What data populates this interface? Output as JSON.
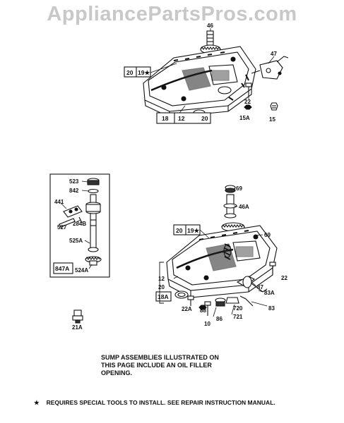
{
  "watermark": "AppliancePartsPros.com",
  "top_assembly": {
    "part_labels": [
      "46",
      "47",
      "20",
      "19★",
      "22",
      "18",
      "12",
      "20",
      "15A",
      "15"
    ]
  },
  "side_kit": {
    "part_labels": [
      "523",
      "842",
      "441",
      "527",
      "284B",
      "525A",
      "847A",
      "524A"
    ]
  },
  "bottom_assembly": {
    "part_labels": [
      "69",
      "46A",
      "20",
      "19★",
      "69",
      "22",
      "12",
      "87",
      "20",
      "83A",
      "18A",
      "22A",
      "88",
      "720",
      "83",
      "721",
      "86",
      "10"
    ]
  },
  "loose_part_label": "21A",
  "note": {
    "line1": "SUMP ASSEMBLIES ILLUSTRATED ON",
    "line2": "THIS PAGE INCLUDE AN OIL FILLER",
    "line3": "OPENING."
  },
  "footnote": {
    "star": "★",
    "text": "REQUIRES SPECIAL TOOLS TO INSTALL. SEE REPAIR INSTRUCTION MANUAL."
  }
}
